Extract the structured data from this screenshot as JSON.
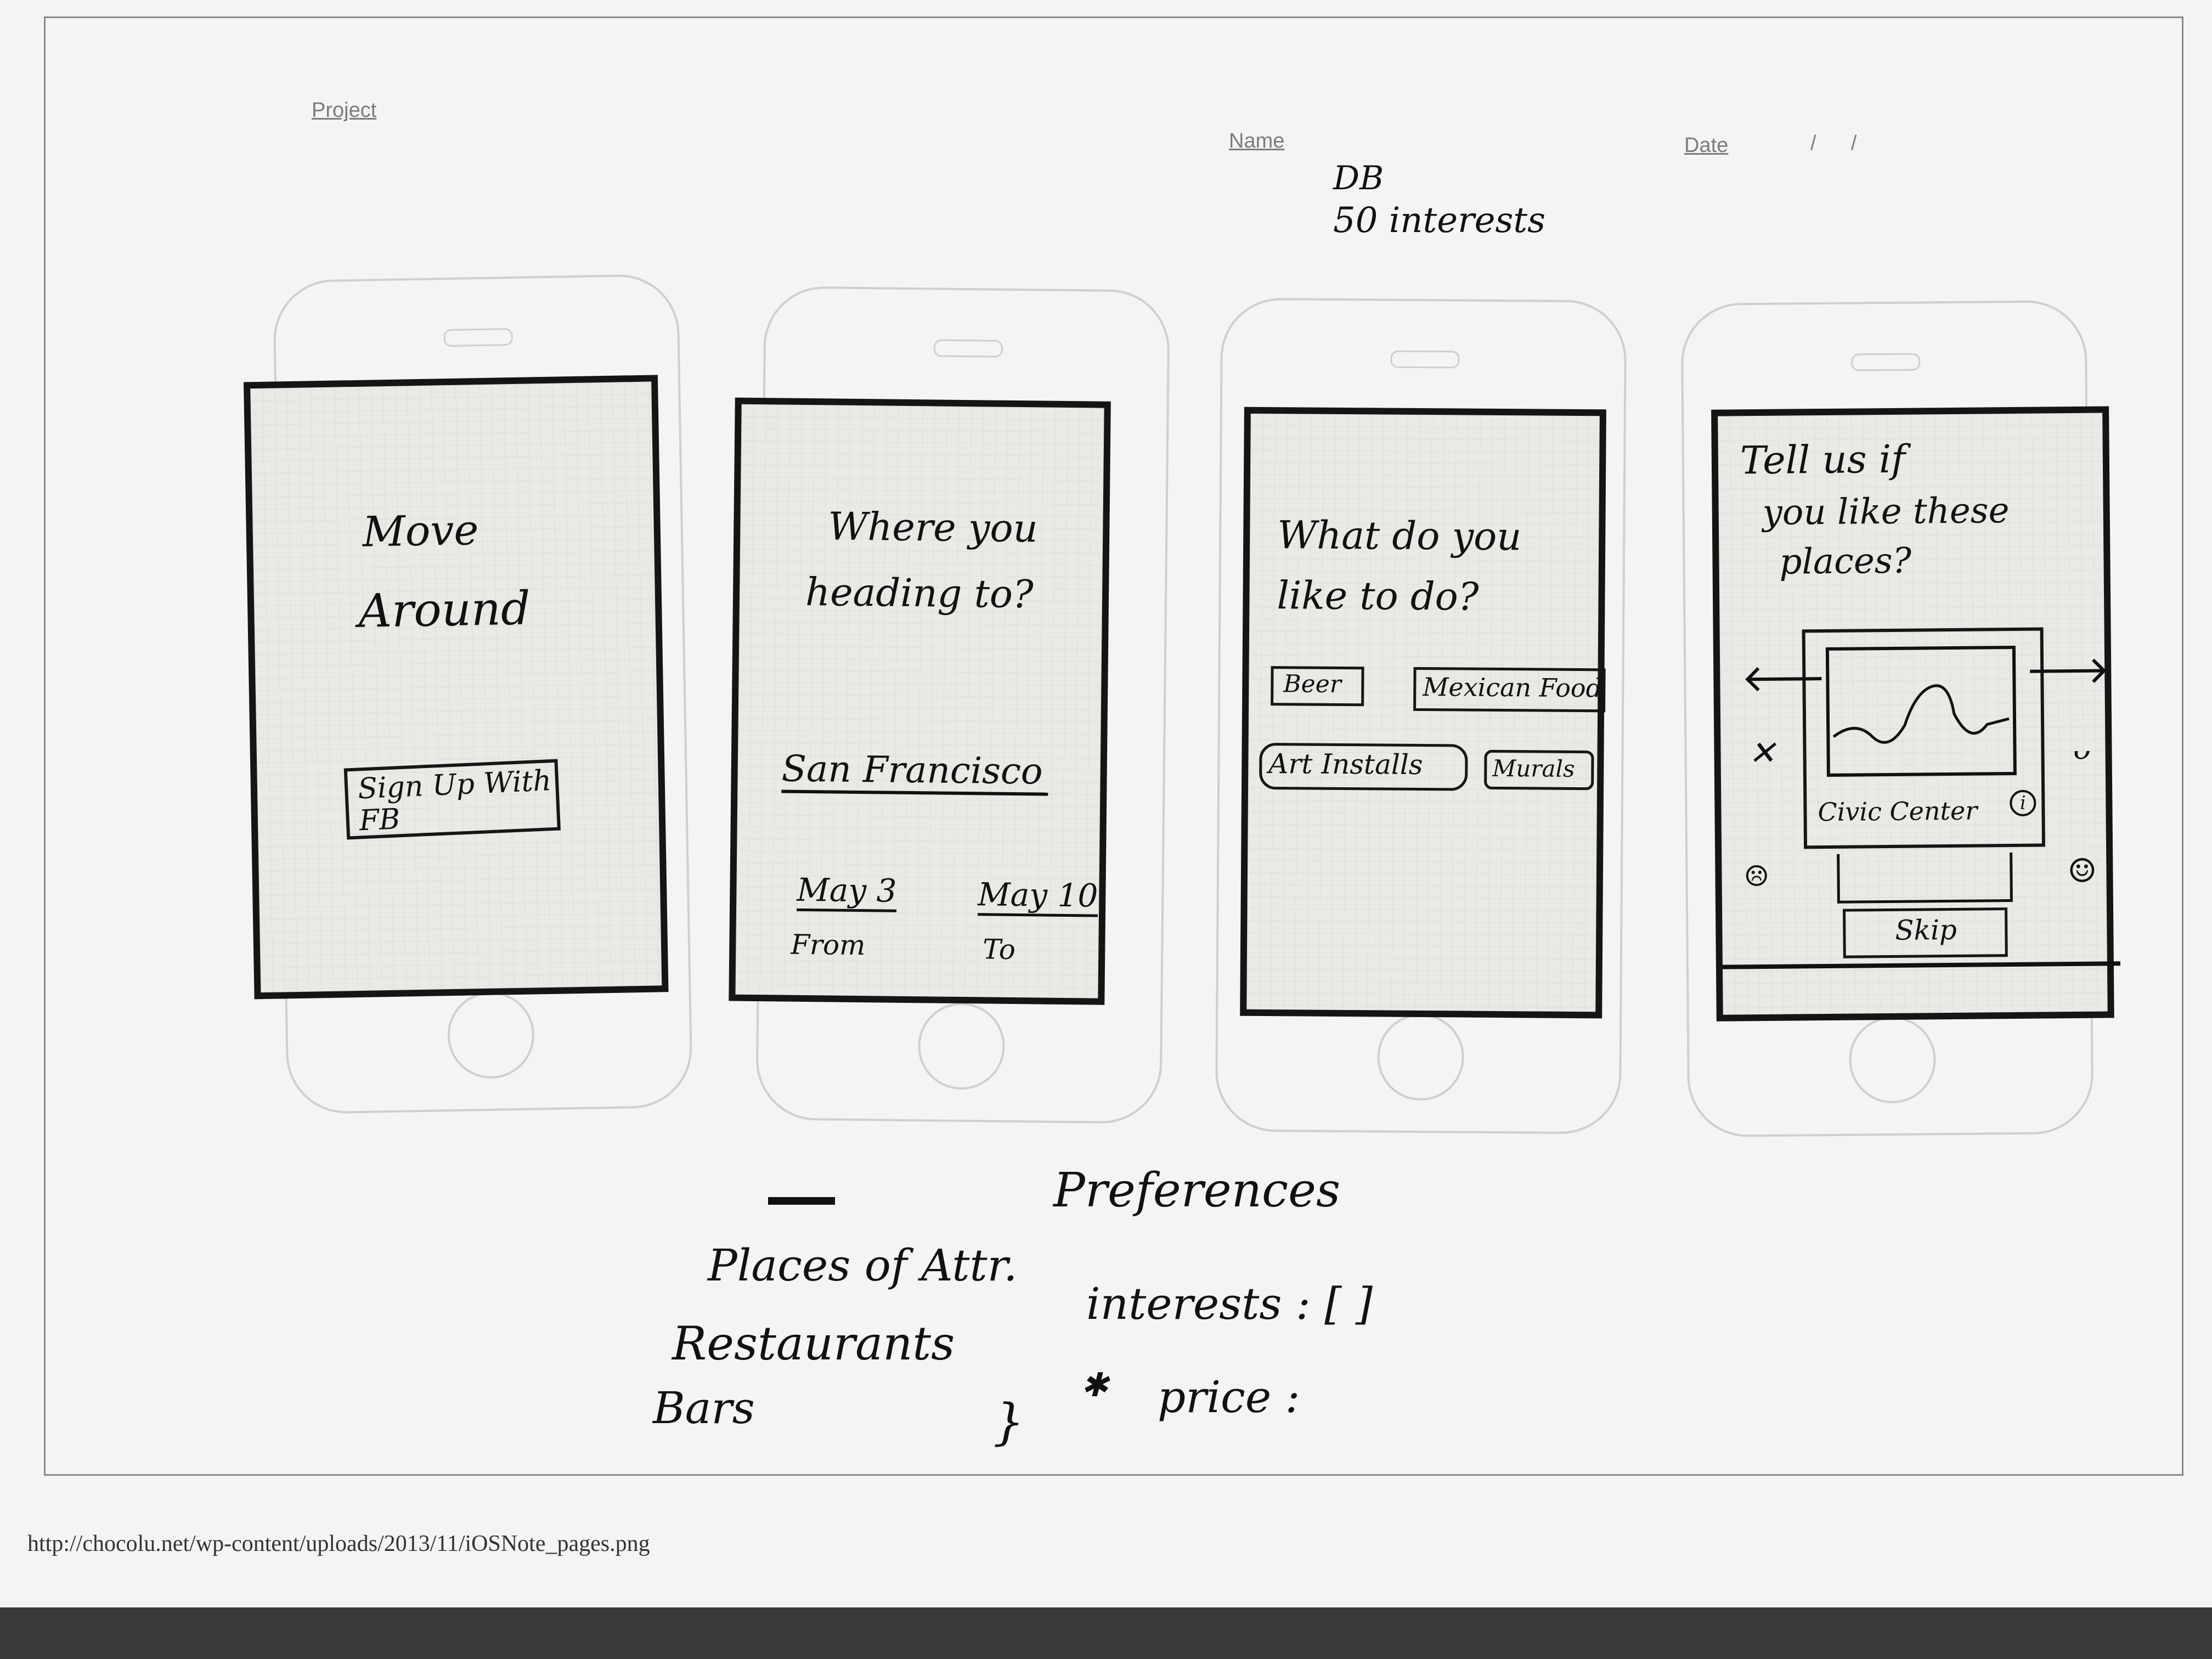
{
  "header": {
    "project_label": "Project",
    "name_label": "Name",
    "date_label": "Date",
    "date_sep": "/      /"
  },
  "notes_top": {
    "line1": "DB",
    "line2": "50 interests"
  },
  "screens": {
    "s1": {
      "title_line1": "Move",
      "title_line2": "Around",
      "button": "Sign Up With FB"
    },
    "s2": {
      "question_line1": "Where you",
      "question_line2": "heading to?",
      "city": "San Francisco",
      "from_date": "May 3",
      "to_date": "May 10",
      "from_label": "From",
      "to_label": "To"
    },
    "s3": {
      "question_line1": "What do you",
      "question_line2": "like to do?",
      "tags": [
        "Beer",
        "Mexican Food",
        "Art Installs",
        "Murals"
      ]
    },
    "s4": {
      "prompt_line1": "Tell us if",
      "prompt_line2": "you like these",
      "prompt_line3": "places?",
      "place_name": "Civic Center",
      "info_mark": "i",
      "skip_button": "Skip"
    }
  },
  "notes_bottom": {
    "col1": [
      "Places of Attr.",
      "Restaurants",
      "Bars"
    ],
    "preferences": "Preferences",
    "interests": "interests : [ ]",
    "price": "price :"
  },
  "url": "http://chocolu.net/wp-content/uploads/2013/11/iOSNote_pages.png"
}
